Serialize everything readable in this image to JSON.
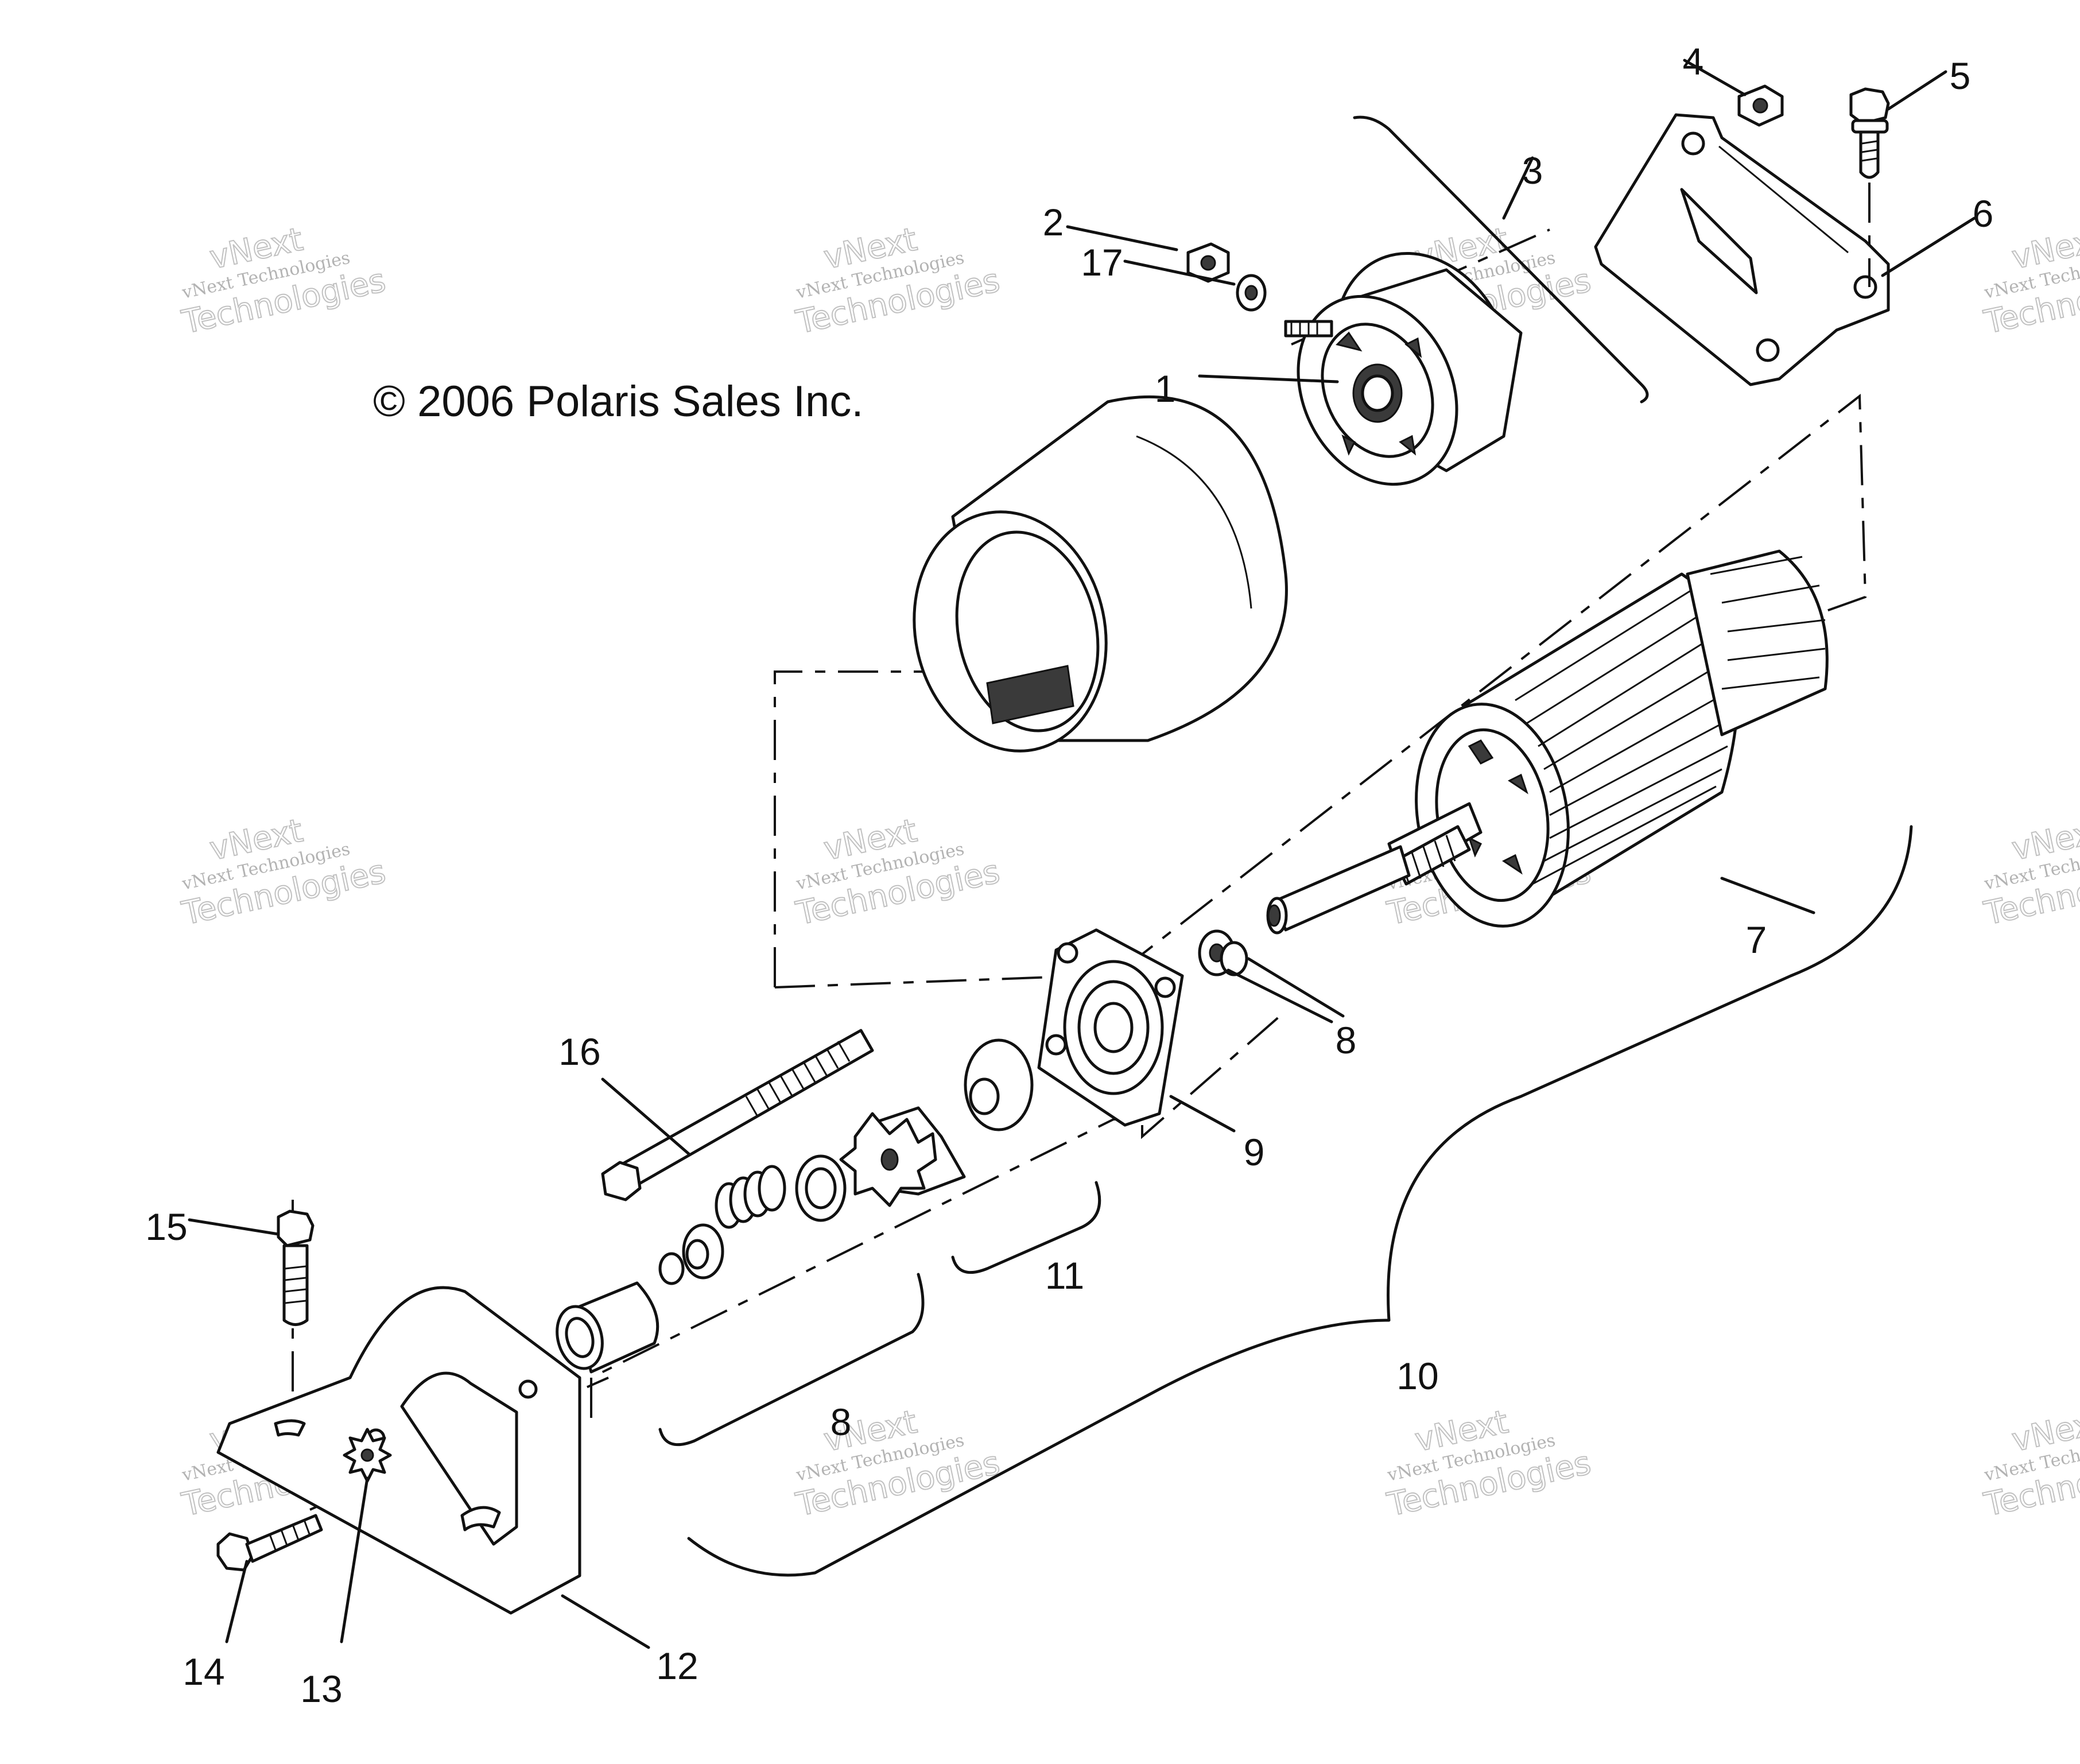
{
  "copyright": "© 2006 Polaris Sales Inc.",
  "watermark": {
    "brand": "vNext",
    "line": "vNext Technologies",
    "word": "Technologies"
  },
  "callouts": {
    "c1": "1",
    "c2": "2",
    "c3": "3",
    "c4": "4",
    "c5": "5",
    "c6": "6",
    "c7": "7",
    "c8a": "8",
    "c8b": "8",
    "c9": "9",
    "c10": "10",
    "c11": "11",
    "c12": "12",
    "c13": "13",
    "c14": "14",
    "c15": "15",
    "c16": "16",
    "c17": "17"
  }
}
